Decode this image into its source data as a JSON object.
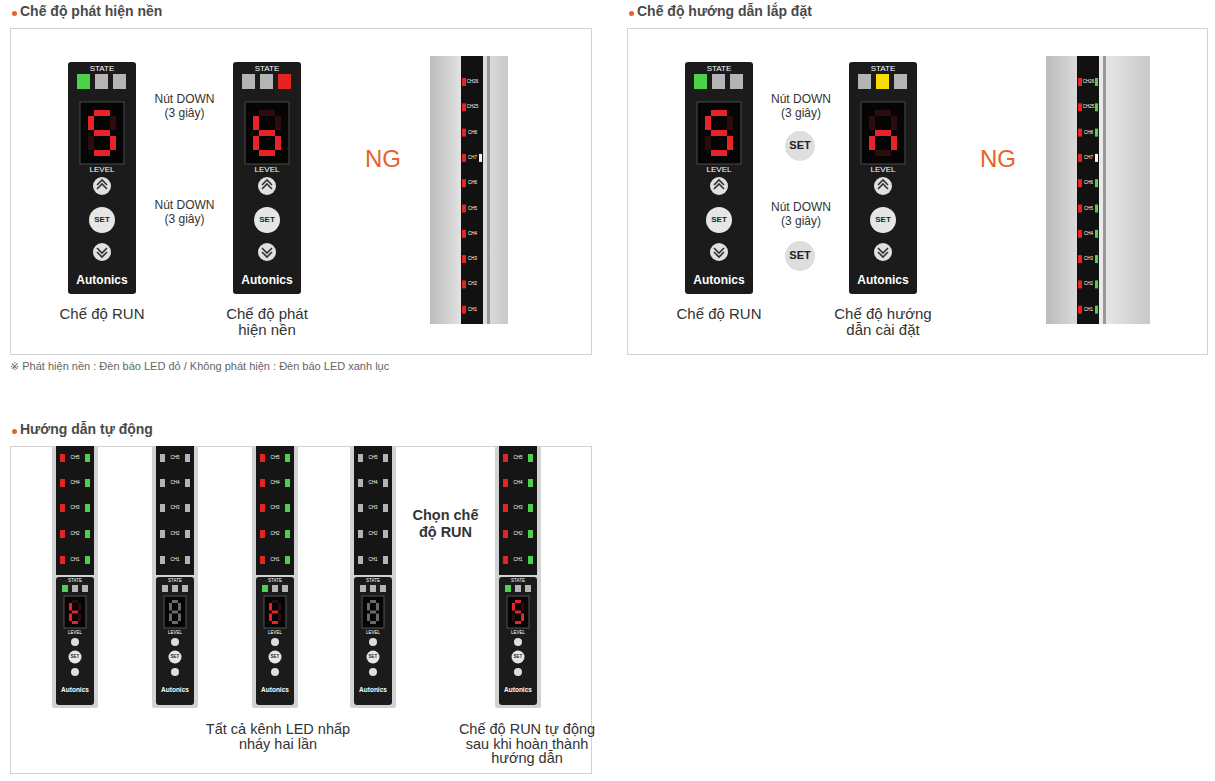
{
  "diagram": {
    "nodes": [
      {
        "text": [
          "Chế độ phát hiện nền"
        ]
      },
      {
        "text": [
          "STATE",
          "LEVEL",
          "SET",
          "Autonics",
          "Chế độ RUN"
        ],
        "in": 0
      },
      {
        "text": [
          "STATE",
          "LEVEL",
          "SET",
          "Autonics",
          "Chế độ phát hiện nền"
        ],
        "in": 0
      },
      {
        "text": [
          "CH26",
          "CH25",
          "CH8",
          "CH7",
          "CH6",
          "CH5",
          "CH4",
          "CH3",
          "CH2",
          "CH1"
        ],
        "in": 0
      },
      {
        "text": [
          "Chế độ hướng dẫn lắp đặt"
        ]
      },
      {
        "text": [
          "STATE",
          "LEVEL",
          "SET",
          "Autonics",
          "Chế độ RUN"
        ],
        "in": 4
      },
      {
        "text": [
          "STATE",
          "LEVEL",
          "SET",
          "Autonics",
          "Chế độ hướng dẫn cài đặt"
        ],
        "in": 4
      },
      {
        "text": [
          "SET"
        ],
        "in": 4
      },
      {
        "text": [
          "SET"
        ],
        "in": 4
      },
      {
        "text": [
          "CH26",
          "CH25",
          "CH8",
          "CH7",
          "CH6",
          "CH5",
          "CH4",
          "CH3",
          "CH2",
          "CH1"
        ],
        "in": 4
      },
      {
        "text": [
          "Hướng dẫn tự động"
        ]
      },
      {
        "text": [
          "CH5",
          "CH4",
          "CH3",
          "CH2",
          "CH1",
          "STATE",
          "LEVEL",
          "SET",
          "Autonics"
        ],
        "in": 10
      },
      {
        "text": [
          "CH5",
          "CH4",
          "CH3",
          "CH2",
          "CH1",
          "STATE",
          "LEVEL",
          "SET",
          "Autonics"
        ],
        "in": 10
      },
      {
        "text": [
          "CH5",
          "CH4",
          "CH3",
          "CH2",
          "CH1",
          "STATE",
          "LEVEL",
          "SET",
          "Autonics"
        ],
        "in": 10
      },
      {
        "text": [
          "CH5",
          "CH4",
          "CH3",
          "CH2",
          "CH1",
          "STATE",
          "LEVEL",
          "SET",
          "Autonics"
        ],
        "in": 10
      },
      {
        "text": [
          "CH5",
          "CH4",
          "CH3",
          "CH2",
          "CH1",
          "STATE",
          "LEVEL",
          "SET",
          "Autonics"
        ],
        "in": 10
      }
    ],
    "edges": [
      {
        "from": 1,
        "to": 2,
        "label": "Nút DOWN (3 giây)",
        "arrow": "to"
      },
      {
        "from": 2,
        "to": 1,
        "label": "Nút DOWN (3 giây)",
        "arrow": "to"
      },
      {
        "from": 5,
        "to": 6,
        "label": "Nút DOWN (3 giây)",
        "arrow": "to"
      },
      {
        "from": 6,
        "to": 5,
        "label": "Nút DOWN (3 giây)",
        "arrow": "to"
      },
      {
        "from": 11,
        "to": 12,
        "arrow": "to"
      },
      {
        "from": 12,
        "to": 13,
        "arrow": "to"
      },
      {
        "from": 13,
        "to": 14,
        "arrow": "to"
      },
      {
        "from": 14,
        "to": 15,
        "label": "Chọn chế độ RUN",
        "arrow": "to"
      }
    ],
    "labels": [
      "NG",
      "NG",
      "※ Phát hiện nền : Đèn báo LED đỏ / Không phát hiện : Đèn báo LED xanh lục",
      "Tất cả kênh LED nhấp nháy hai lần",
      "Chế độ RUN tự động sau khi hoàn thành hướng dẫn"
    ]
  }
}
